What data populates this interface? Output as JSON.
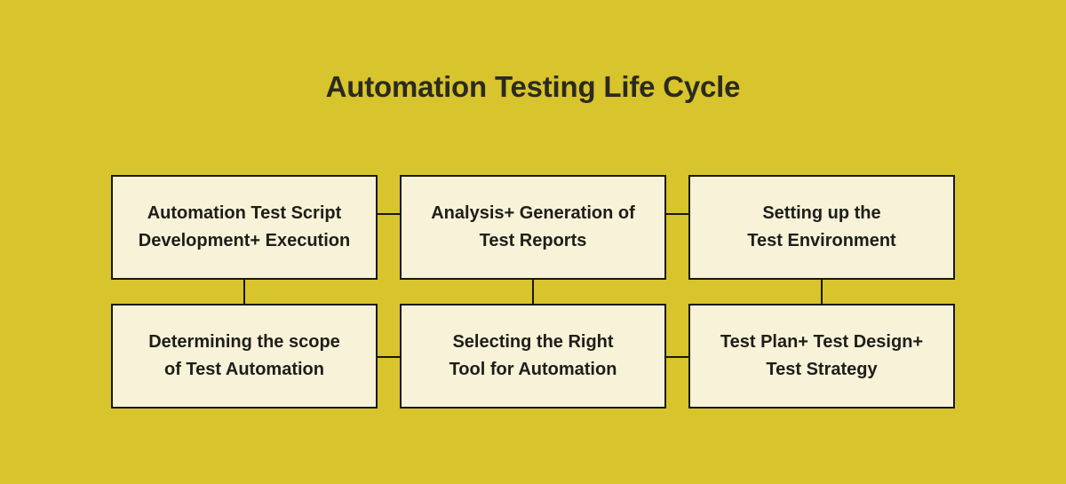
{
  "title": "Automation Testing Life Cycle",
  "colors": {
    "background": "#d8c42c",
    "box_fill": "#f7f2d8",
    "line": "#191912",
    "box_text": "#1e1e19",
    "title_text": "#2b2a20"
  },
  "diagram": {
    "boxes": [
      {
        "id": "automation-test-script-development-execution",
        "lines": [
          "Automation Test Script",
          "Development+ Execution"
        ]
      },
      {
        "id": "analysis-generation-of-test-reports",
        "lines": [
          "Analysis+ Generation of",
          "Test Reports"
        ]
      },
      {
        "id": "setting-up-the-test-environment",
        "lines": [
          "Setting up the",
          "Test Environment"
        ]
      },
      {
        "id": "determining-the-scope-of-test-automation",
        "lines": [
          "Determining the scope",
          "of Test Automation"
        ]
      },
      {
        "id": "selecting-the-right-tool-for-automation",
        "lines": [
          "Selecting the Right",
          "Tool for Automation"
        ]
      },
      {
        "id": "test-plan-test-design-test-strategy",
        "lines": [
          "Test Plan+ Test Design+",
          "Test Strategy"
        ]
      }
    ]
  }
}
